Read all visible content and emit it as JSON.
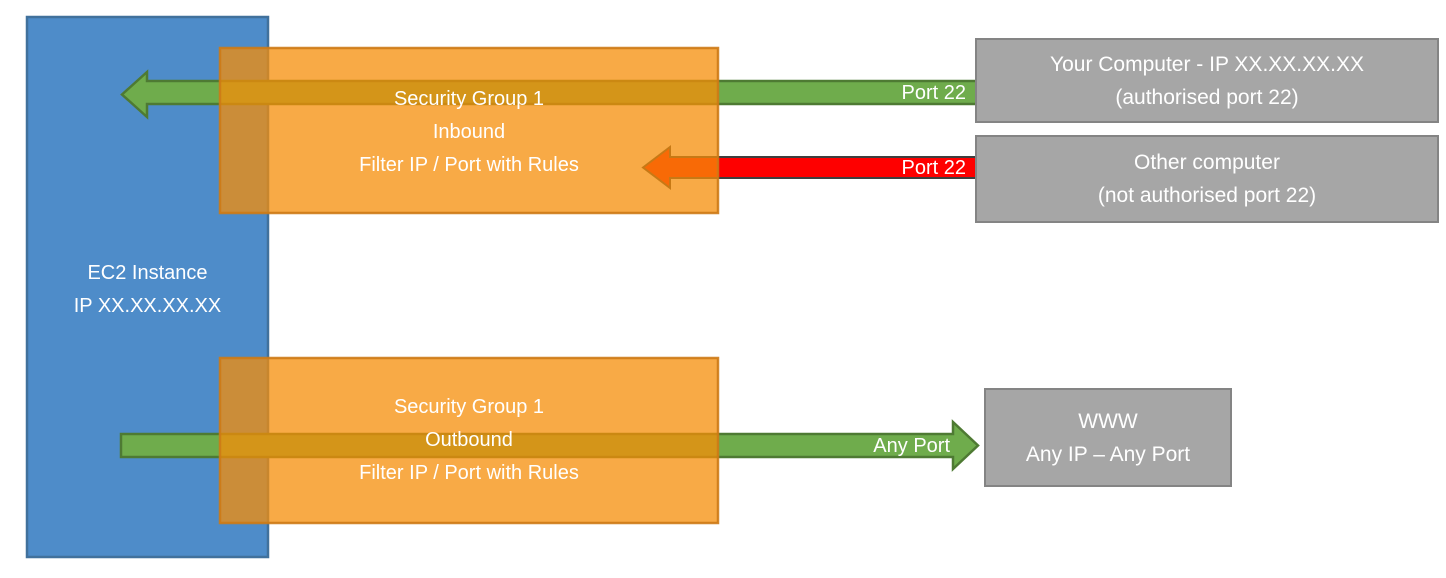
{
  "boxes": {
    "ec2": {
      "line1": "EC2 Instance",
      "line2": "IP XX.XX.XX.XX"
    },
    "sg_inbound": {
      "line1": "Security Group 1",
      "line2": "Inbound",
      "line3": "Filter IP / Port with Rules"
    },
    "sg_outbound": {
      "line1": "Security Group 1",
      "line2": "Outbound",
      "line3": "Filter IP / Port with Rules"
    },
    "your_computer": {
      "line1": "Your Computer - IP XX.XX.XX.XX",
      "line2": "(authorised port 22)"
    },
    "other_computer": {
      "line1": "Other computer",
      "line2": "(not authorised port 22)"
    },
    "www": {
      "line1": "WWW",
      "line2": "Any IP – Any Port"
    }
  },
  "arrows": {
    "inbound_allowed": {
      "label": "Port 22"
    },
    "inbound_blocked": {
      "label": "Port 22"
    },
    "outbound": {
      "label": "Any Port"
    }
  },
  "colors": {
    "ec2_fill": "#4E8CC9",
    "ec2_border": "#41719C",
    "security_group_fill": "rgba(245,142,8,0.75)",
    "security_group_border": "rgba(205,122,22,0.9)",
    "green_arrow_fill": "#6FAC4C",
    "green_arrow_border": "#4E7A33",
    "red_arrow_fill": "#FE0000",
    "red_arrow_border": "#3F3F3F",
    "gray_box_fill": "#A6A6A6",
    "gray_box_border": "#848484",
    "text": "#FFFFFF"
  }
}
